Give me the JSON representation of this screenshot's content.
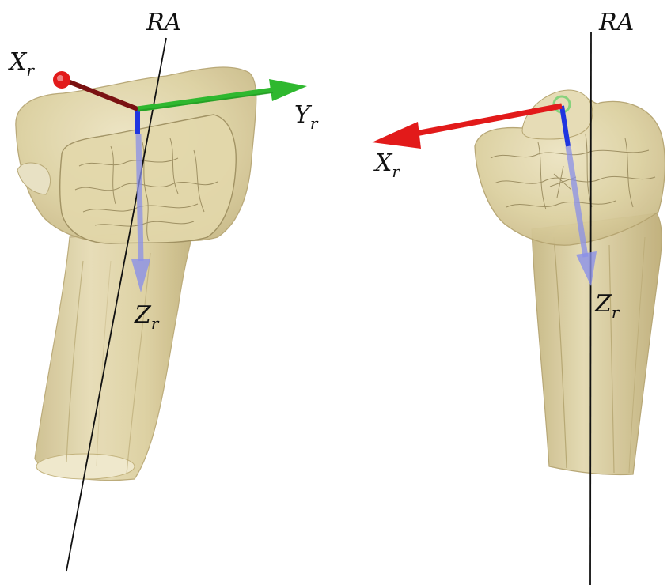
{
  "figure": {
    "left_view": {
      "rotation_axis_label": "RA",
      "axes": {
        "x": {
          "letter": "X",
          "sub": "r",
          "color": "#d62020"
        },
        "y": {
          "letter": "Y",
          "sub": "r",
          "color": "#2fb82f"
        },
        "z": {
          "letter": "Z",
          "sub": "r",
          "color": "#2a3ad6"
        }
      }
    },
    "right_view": {
      "rotation_axis_label": "RA",
      "axes": {
        "x": {
          "letter": "X",
          "sub": "r",
          "color": "#e21a1a"
        },
        "z": {
          "letter": "Z",
          "sub": "r",
          "color": "#2a3ad6"
        }
      }
    },
    "bone_color": "#e2d7a8"
  }
}
